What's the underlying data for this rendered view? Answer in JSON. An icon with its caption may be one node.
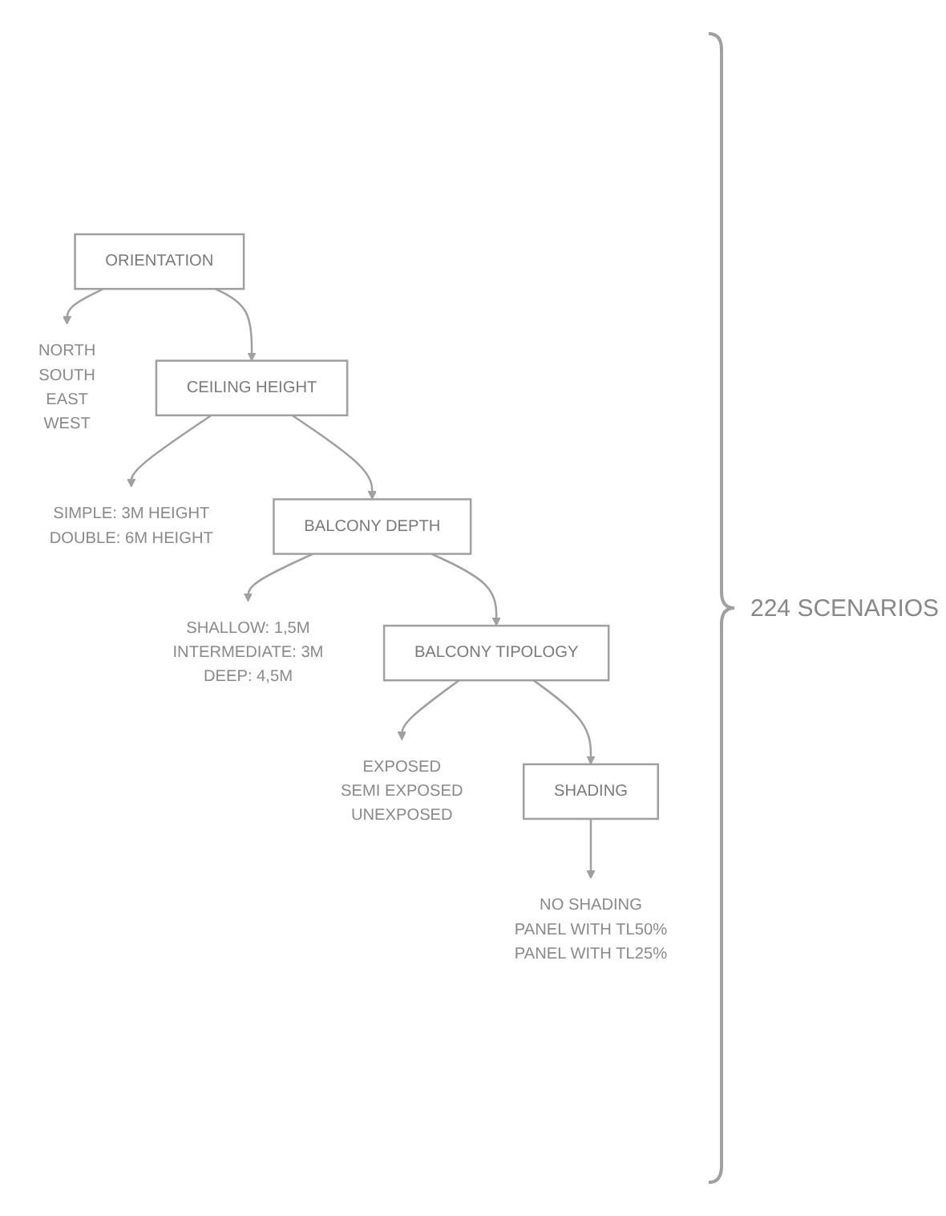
{
  "diagram": {
    "nodes": [
      {
        "text": [
          "ORIENTATION"
        ]
      },
      {
        "text": [
          "NORTH",
          "SOUTH",
          "EAST",
          "WEST"
        ]
      },
      {
        "text": [
          "CEILING HEIGHT"
        ]
      },
      {
        "text": [
          "SIMPLE: 3M HEIGHT",
          "DOUBLE: 6M HEIGHT"
        ]
      },
      {
        "text": [
          "BALCONY DEPTH"
        ]
      },
      {
        "text": [
          "SHALLOW: 1,5M",
          "INTERMEDIATE: 3M",
          "DEEP: 4,5M"
        ]
      },
      {
        "text": [
          "BALCONY TIPOLOGY"
        ]
      },
      {
        "text": [
          "EXPOSED",
          "SEMI EXPOSED",
          "UNEXPOSED"
        ]
      },
      {
        "text": [
          "SHADING"
        ]
      },
      {
        "text": [
          "NO SHADING",
          "PANEL WITH TL50%",
          "PANEL WITH TL25%"
        ]
      }
    ],
    "edges": [
      {
        "from": 0,
        "to": 1,
        "arrow": "to"
      },
      {
        "from": 0,
        "to": 2,
        "arrow": "to"
      },
      {
        "from": 2,
        "to": 3,
        "arrow": "to"
      },
      {
        "from": 2,
        "to": 4,
        "arrow": "to"
      },
      {
        "from": 4,
        "to": 5,
        "arrow": "to"
      },
      {
        "from": 4,
        "to": 6,
        "arrow": "to"
      },
      {
        "from": 6,
        "to": 7,
        "arrow": "to"
      },
      {
        "from": 6,
        "to": 8,
        "arrow": "to"
      },
      {
        "from": 8,
        "to": 9,
        "arrow": "to"
      }
    ],
    "labels": [
      "224 SCENARIOS"
    ]
  }
}
